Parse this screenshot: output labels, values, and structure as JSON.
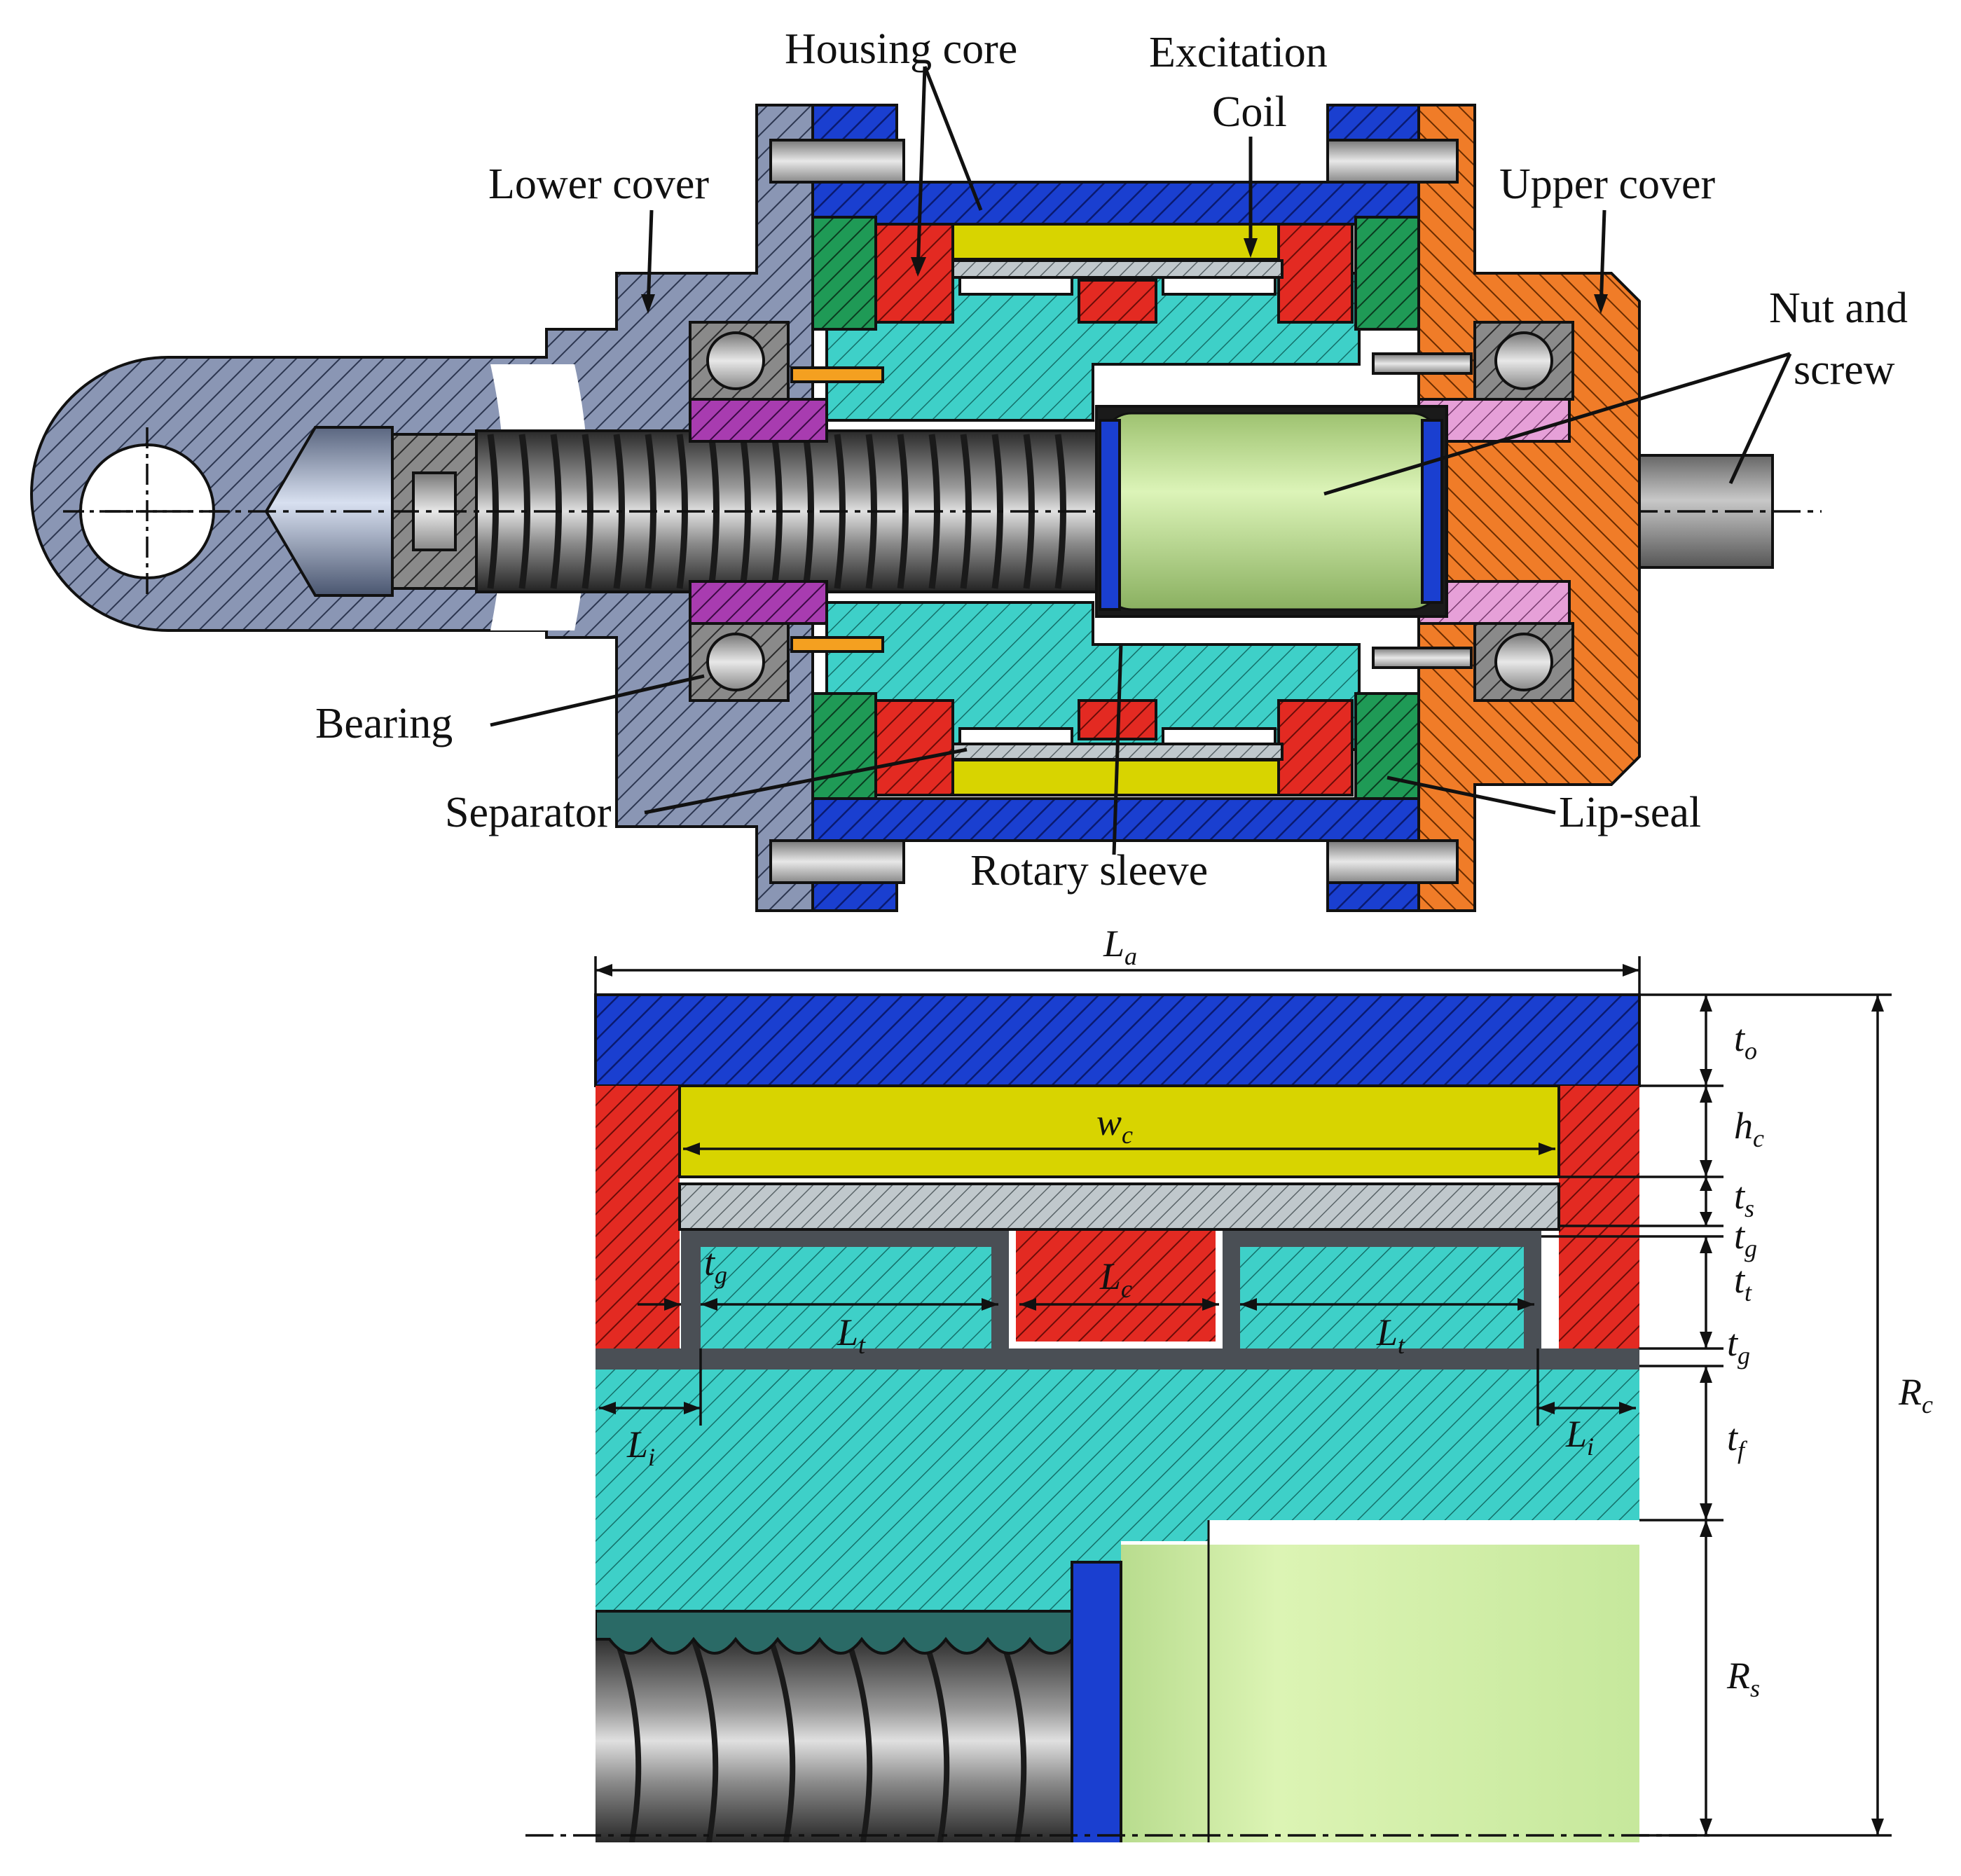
{
  "assembly_labels": {
    "housing_core": "Housing core",
    "excitation_coil_line1": "Excitation",
    "excitation_coil_line2": "Coil",
    "lower_cover": "Lower cover",
    "upper_cover": "Upper cover",
    "nut_and_screw_line1": "Nut and",
    "nut_and_screw_line2": "screw",
    "bearing": "Bearing",
    "separator": "Separator",
    "rotary_sleeve": "Rotary sleeve",
    "lip_seal": "Lip-seal"
  },
  "dimension_labels": {
    "La": {
      "base": "L",
      "sub": "a"
    },
    "wc": {
      "base": "w",
      "sub": "c"
    },
    "Lc": {
      "base": "L",
      "sub": "c"
    },
    "Lt_left": {
      "base": "L",
      "sub": "t"
    },
    "Lt_right": {
      "base": "L",
      "sub": "t"
    },
    "Li_left": {
      "base": "L",
      "sub": "i"
    },
    "Li_right": {
      "base": "L",
      "sub": "i"
    },
    "tg_inner": {
      "base": "t",
      "sub": "g"
    },
    "to": {
      "base": "t",
      "sub": "o"
    },
    "hc": {
      "base": "h",
      "sub": "c"
    },
    "ts": {
      "base": "t",
      "sub": "s"
    },
    "tg_upper": {
      "base": "t",
      "sub": "g"
    },
    "tt": {
      "base": "t",
      "sub": "t"
    },
    "tg_lower": {
      "base": "t",
      "sub": "g"
    },
    "tf": {
      "base": "t",
      "sub": "f"
    },
    "Rs": {
      "base": "R",
      "sub": "s"
    },
    "Rc": {
      "base": "R",
      "sub": "c"
    }
  },
  "colors": {
    "housing_blue": "#1a3fd0",
    "coil_yellow": "#d8d400",
    "core_red": "#e32a22",
    "sleeve_cyan": "#3ed0c8",
    "nut_green": "#c4e896",
    "lower_cover_gray": "#8a96b4",
    "upper_cover_orange": "#f07c28",
    "lip_seal_green": "#1f9a56",
    "separator_gray": "#c0c8cc",
    "bearing_retainer_magenta": "#a83cb0",
    "bearing_retainer_pink": "#e6a0d8",
    "screw_gray": "#707070",
    "pin_orange": "#f4a020"
  }
}
